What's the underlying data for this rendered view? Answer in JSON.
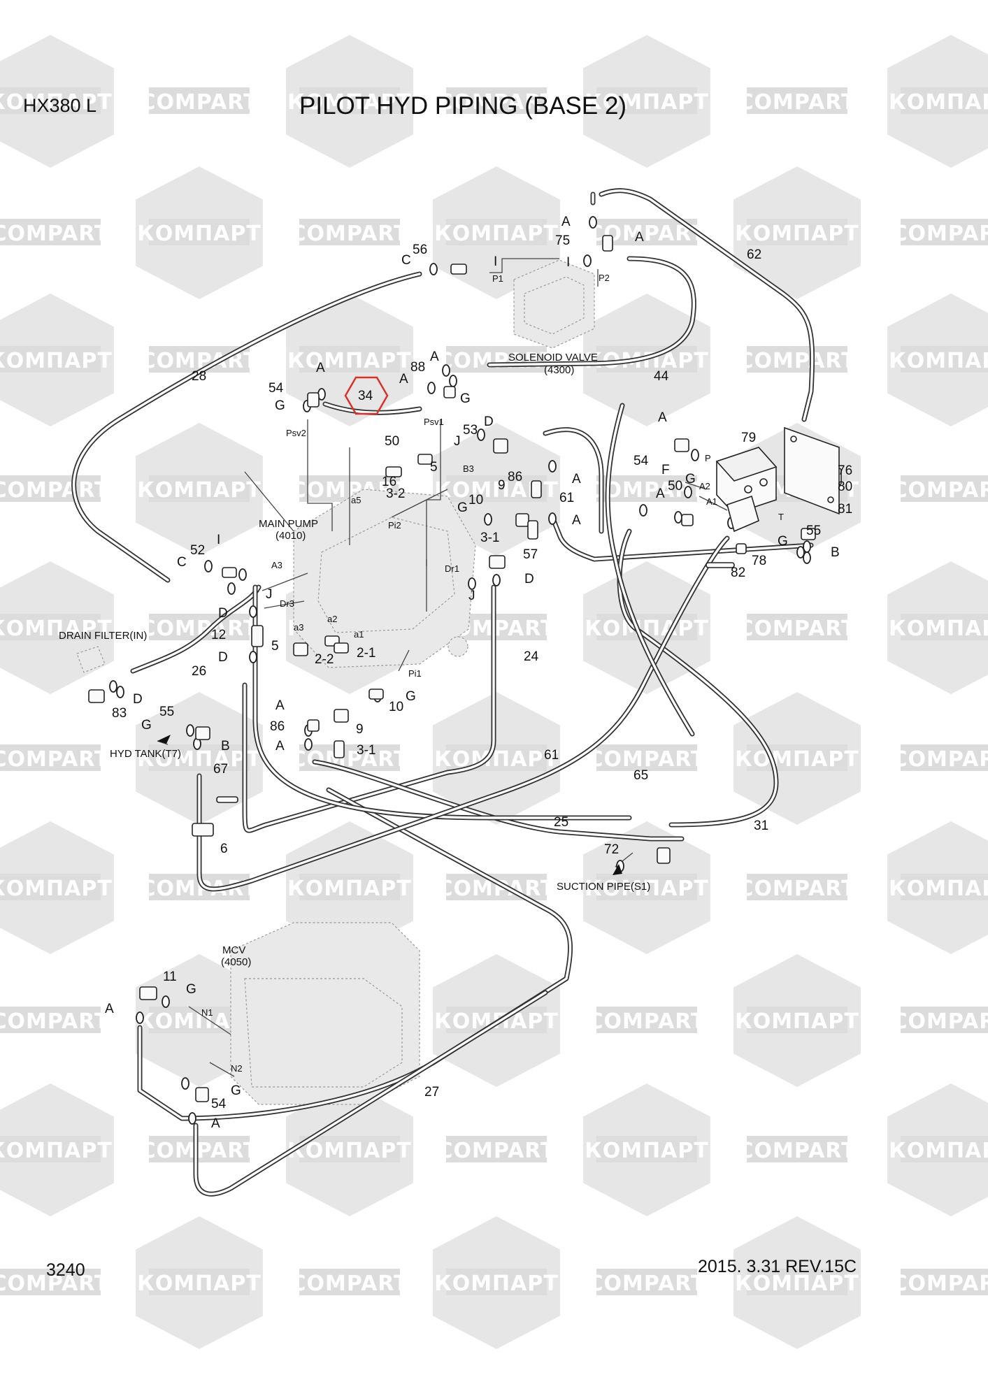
{
  "header": {
    "model": "HX380 L",
    "title": "PILOT HYD PIPING (BASE 2)"
  },
  "footer": {
    "page_number": "3240",
    "revision": "2015. 3.31  REV.15C"
  },
  "watermark": {
    "brand_latin": "COMPART",
    "brand_cyrillic": "КОМПАРТ"
  },
  "highlight": {
    "part": "34",
    "color": "#d9322b"
  },
  "components": {
    "solenoid_valve": {
      "name": "SOLENOID VALVE",
      "code": "(4300)"
    },
    "main_pump": {
      "name": "MAIN PUMP",
      "code": "(4010)"
    },
    "mcv": {
      "name": "MCV",
      "code": "(4050)"
    },
    "drain_filter": "DRAIN FILTER(IN)",
    "hyd_tank": "HYD TANK(T7)",
    "suction_pipe": "SUCTION PIPE(S1)"
  },
  "callouts": {
    "n56": "56",
    "n75": "75",
    "n62": "62",
    "n28": "28",
    "n44": "44",
    "n54a": "54",
    "n88": "88",
    "n50a": "50",
    "n5a": "5",
    "n16": "16",
    "n32a": "3-2",
    "n53": "53",
    "n86a": "86",
    "n9a": "9",
    "n61a": "61",
    "n10a": "10",
    "n31a": "3-1",
    "n57": "57",
    "n79": "79",
    "n54b": "54",
    "n50b": "50",
    "n76": "76",
    "n80": "80",
    "n81": "81",
    "n55a": "55",
    "n78": "78",
    "n82": "82",
    "n52": "52",
    "n12": "12",
    "n5b": "5",
    "n22": "2-2",
    "n21": "2-1",
    "n26": "26",
    "n24": "24",
    "n83": "83",
    "n55b": "55",
    "n86b": "86",
    "n9b": "9",
    "n31b": "3-1",
    "n10b": "10",
    "n67": "67",
    "n6": "6",
    "n61b": "61",
    "n65": "65",
    "n25": "25",
    "n31": "31",
    "n72": "72",
    "n11": "11",
    "n27": "27",
    "n54c": "54"
  },
  "letters": {
    "A": "A",
    "B": "B",
    "C": "C",
    "D": "D",
    "F": "F",
    "G": "G",
    "I": "I",
    "J": "J",
    "P": "P",
    "T": "T"
  },
  "ports": {
    "P1": "P1",
    "P2": "P2",
    "Psv1": "Psv1",
    "Psv2": "Psv2",
    "B3": "B3",
    "a5": "a5",
    "Pi2": "Pi2",
    "A3": "A3",
    "Dr3": "Dr3",
    "Dr1": "Dr1",
    "a3": "a3",
    "a2": "a2",
    "a1": "a1",
    "Pi1": "Pi1",
    "N1": "N1",
    "N2": "N2",
    "A2": "A2",
    "A1": "A1"
  }
}
